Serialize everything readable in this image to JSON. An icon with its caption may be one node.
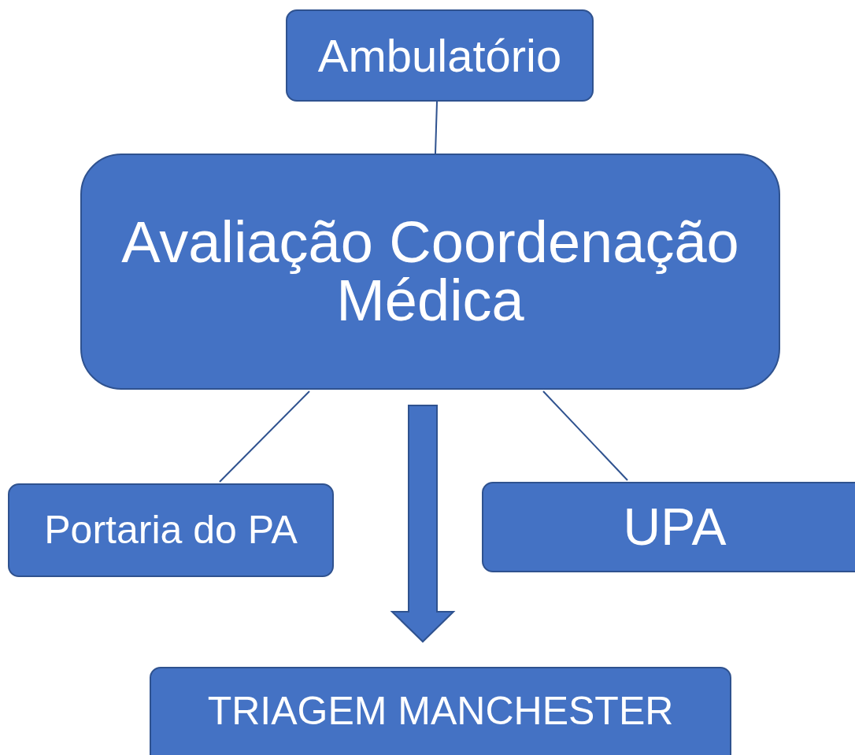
{
  "diagram": {
    "nodes": [
      {
        "text": [
          "Ambulatório"
        ]
      },
      {
        "text": [
          "Avaliação Coordenação Médica"
        ]
      },
      {
        "text": [
          "Portaria do PA"
        ]
      },
      {
        "text": [
          "UPA"
        ]
      },
      {
        "text": [
          "TRIAGEM MANCHESTER"
        ]
      }
    ],
    "edges": [
      {
        "from": 0,
        "to": 1,
        "arrow": "none"
      },
      {
        "from": 1,
        "to": 2,
        "arrow": "none"
      },
      {
        "from": 1,
        "to": 3,
        "arrow": "none"
      },
      {
        "from": 1,
        "to": 4,
        "arrow": "to",
        "style": "thick"
      }
    ]
  }
}
